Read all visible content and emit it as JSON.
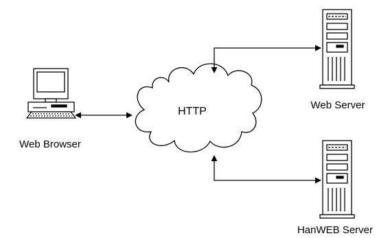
{
  "nodes": {
    "browser": {
      "label": "Web Browser",
      "icon": "desktop-computer-icon"
    },
    "cloud": {
      "label": "HTTP",
      "icon": "cloud-icon"
    },
    "web_server": {
      "label": "Web Server",
      "icon": "tower-server-icon"
    },
    "hanweb_server": {
      "label": "HanWEB Server",
      "icon": "tower-server-icon"
    }
  },
  "edges": [
    {
      "from": "browser",
      "to": "cloud",
      "style": "double-arrow"
    },
    {
      "from": "cloud",
      "to": "web_server",
      "style": "double-arrow"
    },
    {
      "from": "cloud",
      "to": "hanweb_server",
      "style": "double-arrow"
    }
  ],
  "colors": {
    "line": "#000000",
    "background": "#ffffff",
    "screen": "#ffffff",
    "device": "#ffffff"
  }
}
